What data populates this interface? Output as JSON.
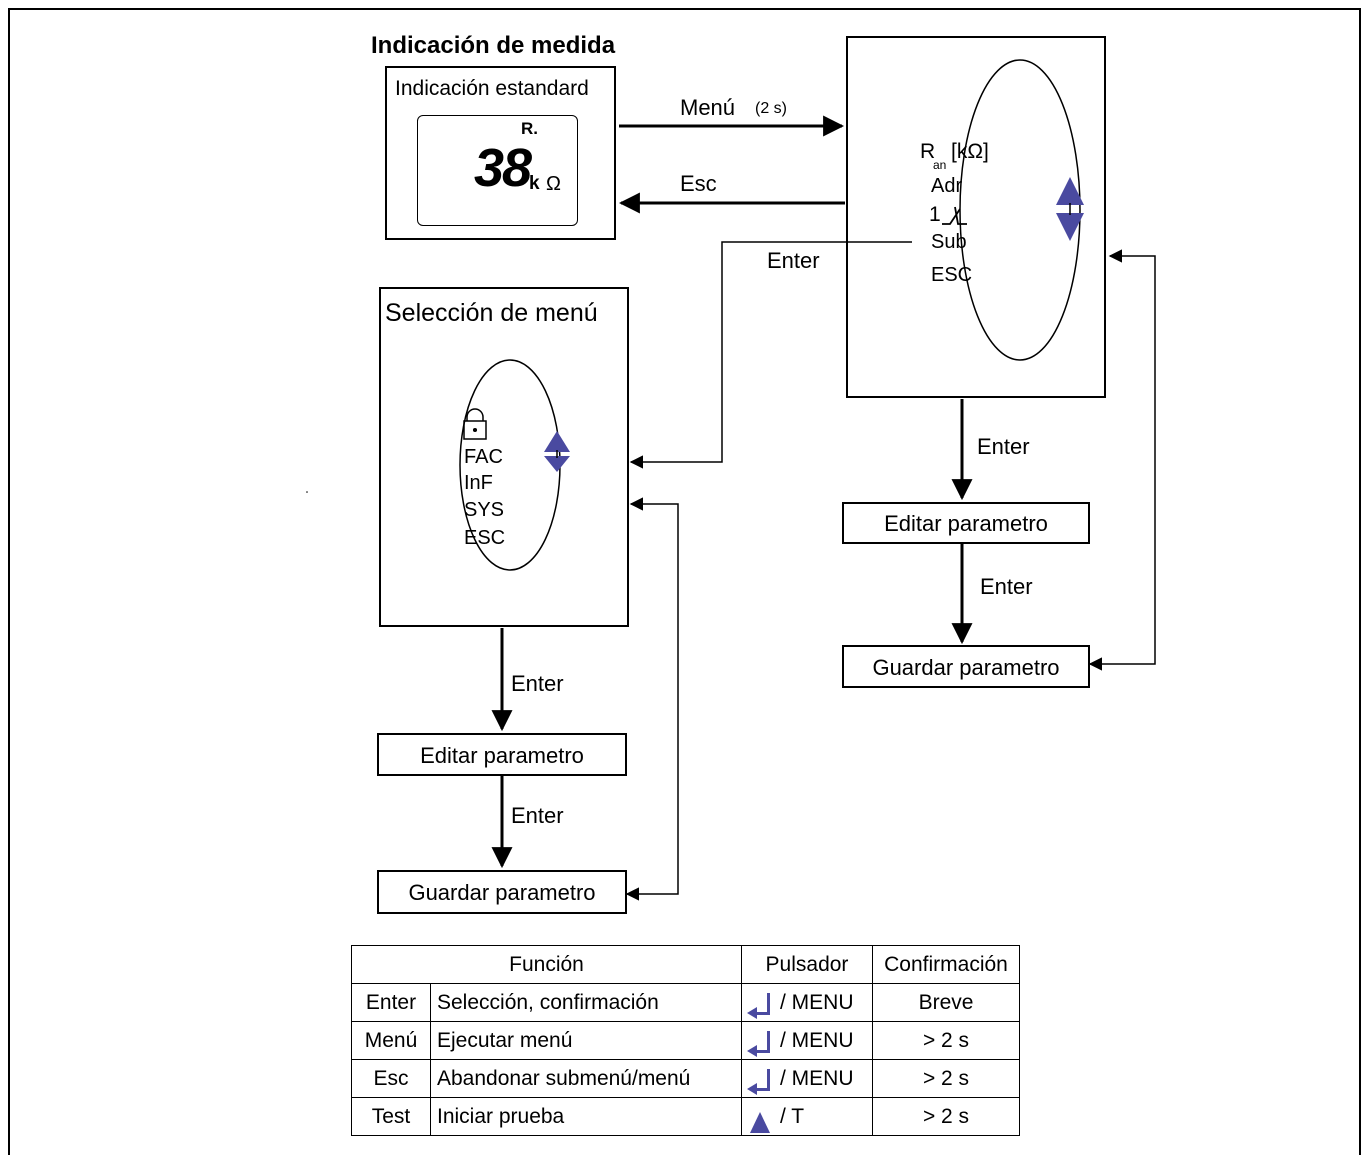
{
  "heading": "Indicación de medida",
  "standard_box": {
    "title": "Indicación estandard",
    "lcd_digits": "38",
    "lcd_unit_k": "k",
    "lcd_unit_ohm": "Ω",
    "lcd_label": "R."
  },
  "arrows": {
    "menu": "Menú",
    "menu_time": "(2 s)",
    "esc": "Esc",
    "enter_sub": "Enter",
    "enter_right_1": "Enter",
    "enter_right_2": "Enter",
    "enter_left_1": "Enter",
    "enter_left_2": "Enter"
  },
  "right_menu": {
    "items": [
      "R",
      "[kΩ]",
      "Adr",
      "1",
      "Sub",
      "ESC"
    ],
    "r_subscript": "an"
  },
  "selection_menu": {
    "title": "Selección de menú",
    "items": [
      "FAC",
      "InF",
      "SYS",
      "ESC"
    ]
  },
  "right_flow": {
    "edit": "Editar parametro",
    "save": "Guardar parametro"
  },
  "left_flow": {
    "edit": "Editar parametro",
    "save": "Guardar parametro"
  },
  "table": {
    "headers": [
      "Función",
      "Pulsador",
      "Confirmación"
    ],
    "rows": [
      {
        "key": "Enter",
        "desc": "Selección, confirmación",
        "button": "/ MENU",
        "confirm": "Breve"
      },
      {
        "key": "Menú",
        "desc": "Ejecutar menú",
        "button": "/ MENU",
        "confirm": "> 2 s"
      },
      {
        "key": "Esc",
        "desc": "Abandonar submenú/menú",
        "button": "/ MENU",
        "confirm": "> 2 s"
      },
      {
        "key": "Test",
        "desc": "Iniciar prueba",
        "button": "/ T",
        "confirm": "> 2 s"
      }
    ]
  },
  "colors": {
    "accent": "#4a4aa0",
    "line": "#000000"
  },
  "icons": {
    "enter": "enter-key-icon",
    "up": "triangle-up-icon",
    "lock": "lock-icon",
    "updown": "up-down-arrows-icon",
    "switch": "switch-symbol-icon"
  }
}
